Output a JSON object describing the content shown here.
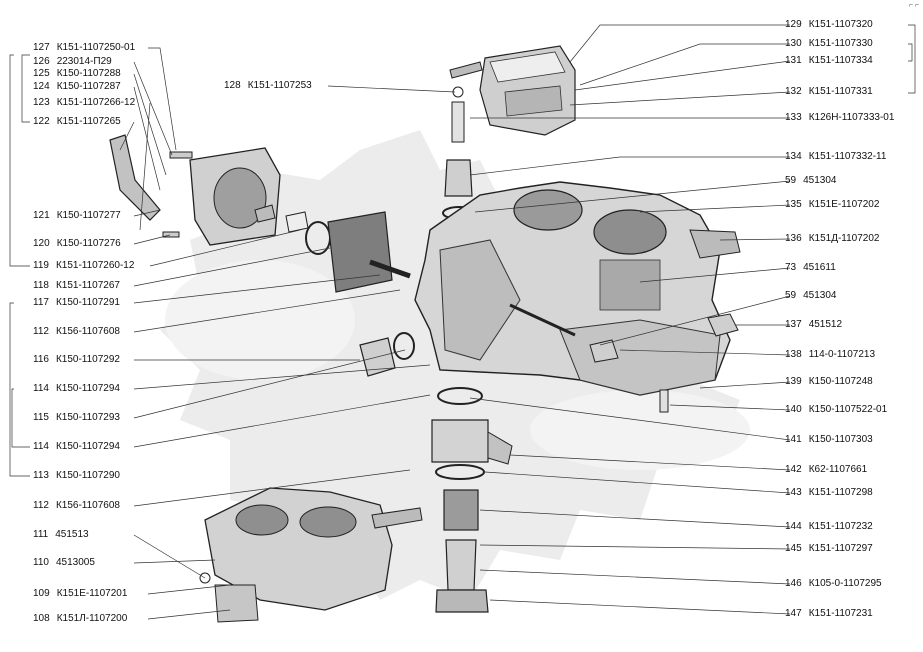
{
  "corner_mark": "⌐ ⌐",
  "left_labels": [
    {
      "num": "127",
      "code": "К151-1107250-01"
    },
    {
      "num": "126",
      "code": "223014-П29"
    },
    {
      "num": "125",
      "code": "К150-1107288"
    },
    {
      "num": "124",
      "code": "К150-1107287"
    },
    {
      "num": "123",
      "code": "К151-1107266-12"
    },
    {
      "num": "122",
      "code": "К151-1107265"
    },
    {
      "num": "121",
      "code": "К150-1107277"
    },
    {
      "num": "120",
      "code": "К150-1107276"
    },
    {
      "num": "119",
      "code": "К151-1107260-12"
    },
    {
      "num": "118",
      "code": "К151-1107267"
    },
    {
      "num": "117",
      "code": "К150-1107291"
    },
    {
      "num": "112",
      "code": "К156-1107608"
    },
    {
      "num": "116",
      "code": "К150-1107292"
    },
    {
      "num": "114",
      "code": "К150-1107294"
    },
    {
      "num": "115",
      "code": "К150-1107293"
    },
    {
      "num": "114",
      "code": "К150-1107294"
    },
    {
      "num": "113",
      "code": "К150-1107290"
    },
    {
      "num": "112",
      "code": "К156-1107608"
    },
    {
      "num": "111",
      "code": "451513"
    },
    {
      "num": "110",
      "code": "4513005"
    },
    {
      "num": "109",
      "code": "К151Е-1107201"
    },
    {
      "num": "108",
      "code": "К151Л-1107200"
    }
  ],
  "center_label": {
    "num": "128",
    "code": "К151-1107253"
  },
  "right_labels": [
    {
      "num": "129",
      "code": "К151-1107320"
    },
    {
      "num": "130",
      "code": "К151-1107330"
    },
    {
      "num": "131",
      "code": "К151-1107334"
    },
    {
      "num": "132",
      "code": "К151-1107331"
    },
    {
      "num": "133",
      "code": "К126Н-1107333-01"
    },
    {
      "num": "134",
      "code": "К151-1107332-11"
    },
    {
      "num": "59",
      "code": "451304"
    },
    {
      "num": "135",
      "code": "К151Е-1107202"
    },
    {
      "num": "136",
      "code": "К151Д-1107202"
    },
    {
      "num": "73",
      "code": "451611"
    },
    {
      "num": "59",
      "code": "451304"
    },
    {
      "num": "137",
      "code": "451512"
    },
    {
      "num": "138",
      "code": "114-0-1107213"
    },
    {
      "num": "139",
      "code": "К150-1107248"
    },
    {
      "num": "140",
      "code": "К150-1107522-01"
    },
    {
      "num": "141",
      "code": "К150-1107303"
    },
    {
      "num": "142",
      "code": "К62-1107661"
    },
    {
      "num": "143",
      "code": "К151-1107298"
    },
    {
      "num": "144",
      "code": "К151-1107232"
    },
    {
      "num": "145",
      "code": "К151-1107297"
    },
    {
      "num": "146",
      "code": "К105-0-1107295"
    },
    {
      "num": "147",
      "code": "К151-1107231"
    }
  ],
  "colors": {
    "ink": "#111111",
    "leader": "#333333",
    "watermark": "#e6e6e6",
    "part_fill": "#d9d9d9",
    "part_dark": "#6e6e6e"
  }
}
